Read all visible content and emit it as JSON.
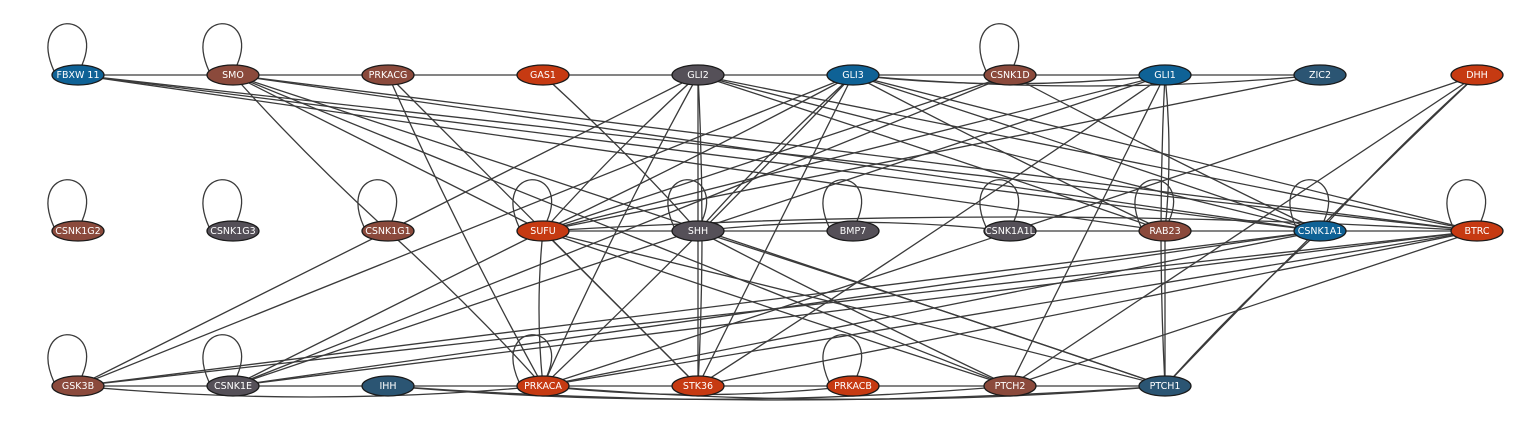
{
  "colors": {
    "orange": "#c63a12",
    "brown": "#8b4a3c",
    "blue": "#0f6296",
    "slate": "#2b5573",
    "gray": "#555058"
  },
  "nodes": [
    {
      "id": "FBXW11",
      "label": "FBXW 11",
      "color": "blue"
    },
    {
      "id": "SMO",
      "label": "SMO",
      "color": "brown"
    },
    {
      "id": "PRKACG",
      "label": "PRKACG",
      "color": "brown"
    },
    {
      "id": "GAS1",
      "label": "GAS1",
      "color": "orange"
    },
    {
      "id": "GLI2",
      "label": "GLI2",
      "color": "gray"
    },
    {
      "id": "GLI3",
      "label": "GLI3",
      "color": "blue"
    },
    {
      "id": "CSNK1D",
      "label": "CSNK1D",
      "color": "brown"
    },
    {
      "id": "GLI1",
      "label": "GLI1",
      "color": "blue"
    },
    {
      "id": "ZIC2",
      "label": "ZIC2",
      "color": "slate"
    },
    {
      "id": "DHH",
      "label": "DHH",
      "color": "orange"
    },
    {
      "id": "CSNK1G2",
      "label": "CSNK1G2",
      "color": "brown"
    },
    {
      "id": "CSNK1G3",
      "label": "CSNK1G3",
      "color": "gray"
    },
    {
      "id": "CSNK1G1",
      "label": "CSNK1G1",
      "color": "brown"
    },
    {
      "id": "SUFU",
      "label": "SUFU",
      "color": "orange"
    },
    {
      "id": "SHH",
      "label": "SHH",
      "color": "gray"
    },
    {
      "id": "BMP7",
      "label": "BMP7",
      "color": "gray"
    },
    {
      "id": "CSNK1A1L",
      "label": "CSNK1A1L",
      "color": "gray"
    },
    {
      "id": "RAB23",
      "label": "RAB23",
      "color": "brown"
    },
    {
      "id": "CSNK1A1",
      "label": "CSNK1A1",
      "color": "blue"
    },
    {
      "id": "BTRC",
      "label": "BTRC",
      "color": "orange"
    },
    {
      "id": "GSK3B",
      "label": "GSK3B",
      "color": "brown"
    },
    {
      "id": "CSNK1E",
      "label": "CSNK1E",
      "color": "gray"
    },
    {
      "id": "IHH",
      "label": "IHH",
      "color": "slate"
    },
    {
      "id": "PRKACA",
      "label": "PRKACA",
      "color": "orange"
    },
    {
      "id": "STK36",
      "label": "STK36",
      "color": "orange"
    },
    {
      "id": "PRKACB",
      "label": "PRKACB",
      "color": "orange"
    },
    {
      "id": "PTCH2",
      "label": "PTCH2",
      "color": "brown"
    },
    {
      "id": "PTCH1",
      "label": "PTCH1",
      "color": "slate"
    }
  ],
  "self_loops": [
    "FBXW11",
    "SMO",
    "CSNK1D",
    "CSNK1G2",
    "CSNK1G3",
    "CSNK1G1",
    "SUFU",
    "SHH",
    "BMP7",
    "CSNK1A1L",
    "RAB23",
    "CSNK1A1",
    "BTRC",
    "GSK3B",
    "CSNK1E",
    "PRKACA",
    "PRKACB"
  ],
  "edges": [
    [
      "FBXW11",
      "SMO"
    ],
    [
      "SMO",
      "PRKACG"
    ],
    [
      "PRKACG",
      "GAS1"
    ],
    [
      "GAS1",
      "GLI2"
    ],
    [
      "GLI2",
      "GLI3"
    ],
    [
      "GLI3",
      "CSNK1D"
    ],
    [
      "CSNK1D",
      "GLI1"
    ],
    [
      "GLI1",
      "ZIC2"
    ],
    [
      "GLI3",
      "GLI1"
    ],
    [
      "FBXW11",
      "RAB23"
    ],
    [
      "FBXW11",
      "CSNK1A1"
    ],
    [
      "FBXW11",
      "BTRC"
    ],
    [
      "SMO",
      "CSNK1G1"
    ],
    [
      "SMO",
      "SUFU"
    ],
    [
      "SMO",
      "PTCH1"
    ],
    [
      "SMO",
      "PTCH2"
    ],
    [
      "SMO",
      "CSNK1A1"
    ],
    [
      "SMO",
      "BTRC"
    ],
    [
      "PRKACG",
      "PRKACA"
    ],
    [
      "PRKACG",
      "STK36"
    ],
    [
      "GAS1",
      "SHH"
    ],
    [
      "GLI2",
      "SUFU"
    ],
    [
      "GLI2",
      "SHH"
    ],
    [
      "GLI2",
      "STK36"
    ],
    [
      "GLI2",
      "CSNK1A1"
    ],
    [
      "GLI2",
      "BTRC"
    ],
    [
      "GLI2",
      "RAB23"
    ],
    [
      "GLI2",
      "PRKACA"
    ],
    [
      "GLI2",
      "CSNK1G1"
    ],
    [
      "GLI3",
      "SUFU"
    ],
    [
      "GLI3",
      "SHH"
    ],
    [
      "GLI3",
      "STK36"
    ],
    [
      "GLI3",
      "CSNK1A1"
    ],
    [
      "GLI3",
      "BTRC"
    ],
    [
      "GLI3",
      "GSK3B"
    ],
    [
      "GLI3",
      "PRKACA"
    ],
    [
      "GLI3",
      "RAB23"
    ],
    [
      "CSNK1D",
      "SUFU"
    ],
    [
      "CSNK1D",
      "CSNK1E"
    ],
    [
      "CSNK1D",
      "CSNK1A1"
    ],
    [
      "GLI1",
      "SUFU"
    ],
    [
      "GLI1",
      "STK36"
    ],
    [
      "GLI1",
      "PTCH1"
    ],
    [
      "GLI1",
      "PTCH2"
    ],
    [
      "GLI1",
      "RAB23"
    ],
    [
      "GLI1",
      "CSNK1E"
    ],
    [
      "ZIC2",
      "SUFU"
    ],
    [
      "ZIC2",
      "GLI3"
    ],
    [
      "DHH",
      "PTCH1"
    ],
    [
      "DHH",
      "PTCH2"
    ],
    [
      "DHH",
      "PRKACA"
    ],
    [
      "DHH",
      "CSNK1A1"
    ],
    [
      "CSNK1G1",
      "GSK3B"
    ],
    [
      "CSNK1G1",
      "PRKACA"
    ],
    [
      "SUFU",
      "SHH"
    ],
    [
      "SUFU",
      "STK36"
    ],
    [
      "SUFU",
      "PTCH1"
    ],
    [
      "SUFU",
      "PTCH2"
    ],
    [
      "SUFU",
      "CSNK1E"
    ],
    [
      "SUFU",
      "BTRC"
    ],
    [
      "SUFU",
      "PRKACA"
    ],
    [
      "SHH",
      "BMP7"
    ],
    [
      "SHH",
      "PTCH1"
    ],
    [
      "SHH",
      "PTCH2"
    ],
    [
      "SHH",
      "STK36"
    ],
    [
      "SHH",
      "CSNK1A1L"
    ],
    [
      "CSNK1A1L",
      "RAB23"
    ],
    [
      "RAB23",
      "PTCH1"
    ],
    [
      "RAB23",
      "CSNK1A1"
    ],
    [
      "CSNK1A1",
      "BTRC"
    ],
    [
      "CSNK1A1",
      "GSK3B"
    ],
    [
      "CSNK1A1",
      "CSNK1E"
    ],
    [
      "CSNK1A1",
      "PTCH1"
    ],
    [
      "CSNK1A1",
      "PRKACA"
    ],
    [
      "BTRC",
      "GSK3B"
    ],
    [
      "BTRC",
      "CSNK1E"
    ],
    [
      "BTRC",
      "PTCH2"
    ],
    [
      "BTRC",
      "STK36"
    ],
    [
      "BTRC",
      "PRKACA"
    ],
    [
      "GSK3B",
      "CSNK1E"
    ],
    [
      "GSK3B",
      "PRKACA"
    ],
    [
      "CSNK1E",
      "IHH"
    ],
    [
      "IHH",
      "PRKACA"
    ],
    [
      "IHH",
      "PTCH1"
    ],
    [
      "IHH",
      "PTCH2"
    ],
    [
      "PRKACA",
      "STK36"
    ],
    [
      "STK36",
      "PRKACB"
    ],
    [
      "PRKACB",
      "PTCH2"
    ],
    [
      "PTCH2",
      "PTCH1"
    ],
    [
      "PRKACA",
      "PTCH1"
    ],
    [
      "PRKACB",
      "PRKACA"
    ]
  ]
}
